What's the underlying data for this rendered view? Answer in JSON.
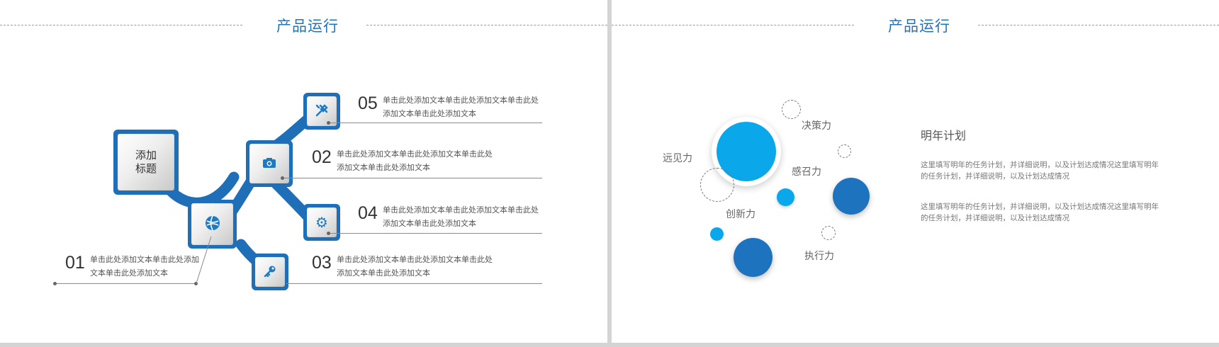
{
  "left": {
    "title": "产品运行",
    "center_tile": "添加\n标题",
    "items": [
      {
        "num": "05",
        "text_line1": "单击此处添加文本单击此处添加文本单击此处",
        "text_line2": "添加文本单击此处添加文本"
      },
      {
        "num": "02",
        "text_line1": "单击此处添加文本单击此处添加文本单击此处",
        "text_line2": "添加文本单击此处添加文本"
      },
      {
        "num": "04",
        "text_line1": "单击此处添加文本单击此处添加文本单击此处",
        "text_line2": "添加文本单击此处添加文本"
      },
      {
        "num": "03",
        "text_line1": "单击此处添加文本单击此处添加文本单击此处",
        "text_line2": "添加文本单击此处添加文本"
      },
      {
        "num": "01",
        "text_line1": "单击此处添加文本单击此处添加",
        "text_line2": "文本单击此处添加文本"
      }
    ],
    "icons": [
      "tools-icon",
      "camera-icon",
      "gear-icon",
      "key-icon",
      "globe-icon"
    ],
    "accent_color": "#1f6fb8"
  },
  "right": {
    "title": "产品运行",
    "labels": {
      "decision": "决策力",
      "vision": "远见力",
      "appeal": "感召力",
      "innovation": "创新力",
      "execution": "执行力"
    },
    "plan_title": "明年计划",
    "plan_text_1": "这里填写明年的任务计划，并详细说明，以及计划达成情况这里填写明年的任务计划，并详细说明，以及计划达成情况",
    "plan_text_2": "这里填写明年的任务计划，并详细说明，以及计划达成情况这里填写明年的任务计划，并详细说明，以及计划达成情况",
    "colors": {
      "light_blue": "#0aa8ea",
      "dark_blue": "#1e73bf"
    }
  }
}
